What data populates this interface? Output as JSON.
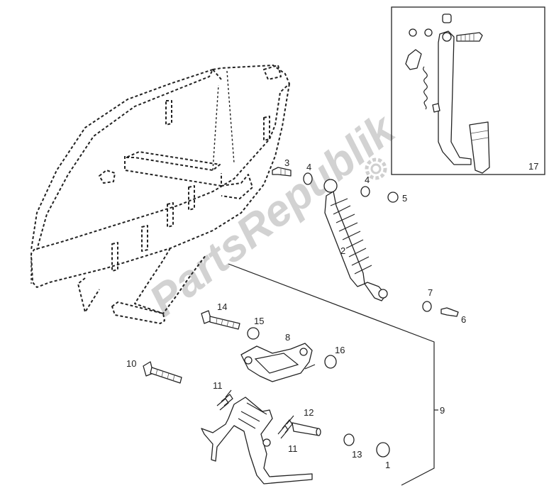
{
  "watermark": {
    "text": "PartsRepublik"
  },
  "callouts": {
    "c1": "1",
    "c2": "2",
    "c3": "3",
    "c4a": "4",
    "c4b": "4",
    "c5": "5",
    "c6": "6",
    "c7": "7",
    "c8": "8",
    "c9": "9",
    "c10": "10",
    "c11a": "11",
    "c11b": "11",
    "c12": "12",
    "c13": "13",
    "c14": "14",
    "c15": "15",
    "c16": "16",
    "c17": "17"
  }
}
